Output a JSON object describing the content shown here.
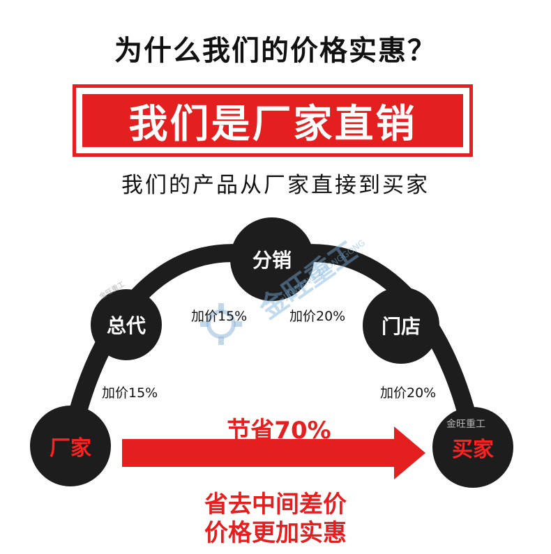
{
  "title": "为什么我们的价格实惠？",
  "banner": "我们是厂家直销",
  "subtitle": "我们的产品从厂家直接到买家",
  "nodes": {
    "factory": "厂家",
    "general_agent": "总代",
    "distribution": "分销",
    "store": "门店",
    "buyer": "买家"
  },
  "markups": {
    "factory_to_agent": "加价15%",
    "agent_to_distribution": "加价15%",
    "distribution_to_store": "加价20%",
    "store_to_buyer": "加价20%"
  },
  "saving": "节省70%",
  "bottom": {
    "line1": "省去中间差价",
    "line2": "价格更加实惠"
  },
  "watermark": {
    "logo_text": "金旺重工",
    "latin_text": "JINWANG ZHONGGONG"
  },
  "colors": {
    "accent_red": "#e41f1f",
    "node_black": "#1d1d1d"
  }
}
